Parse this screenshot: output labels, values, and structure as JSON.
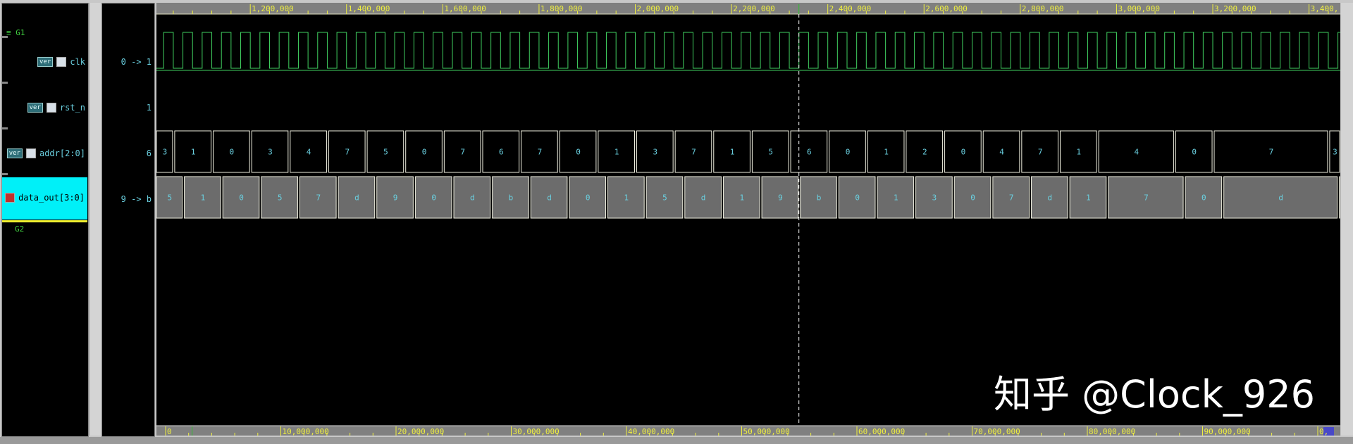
{
  "groups": {
    "g1": "G1",
    "g2": "G2"
  },
  "signals": [
    {
      "name": "clk",
      "badge": "ver",
      "value": "0 -> 1"
    },
    {
      "name": "rst_n",
      "badge": "ver",
      "value": "1"
    },
    {
      "name": "addr[2:0]",
      "badge": "ver",
      "value": "6"
    },
    {
      "name": "data_out[3:0]",
      "badge": "",
      "value": "9 -> b"
    }
  ],
  "colors": {
    "clock": "#40d060",
    "bus_line": "#f0f0e0",
    "bus_text": "#6ad0e0",
    "data_fill": "#6c6c6c",
    "ruler": "#808080",
    "ruler_text": "#f0f040",
    "selection": "#00f0f8"
  },
  "timeline": {
    "view_start": 1005000,
    "view_end": 3465000,
    "top_labels": [
      "1,200,000",
      "1,400,000",
      "1,600,000",
      "1,800,000",
      "2,000,000",
      "2,200,000",
      "2,400,000",
      "2,600,000",
      "2,800,000",
      "3,000,000",
      "3,200,000",
      "3,400,"
    ],
    "top_label_times": [
      1200000,
      1400000,
      1600000,
      1800000,
      2000000,
      2200000,
      2400000,
      2600000,
      2800000,
      3000000,
      3200000,
      3400000
    ],
    "bottom_labels": [
      "0",
      "10,000,000",
      "20,000,000",
      "30,000,000",
      "40,000,000",
      "50,000,000",
      "60,000,000",
      "70,000,000",
      "80,000,000",
      "90,000,000",
      "0,"
    ],
    "cursor_time": 2340000
  },
  "clk": {
    "period": 40000,
    "first_rise": 1020000
  },
  "addr": {
    "first_change": 1040000,
    "cycle": 80000,
    "segments": [
      [
        "3",
        0
      ],
      [
        "1",
        1
      ],
      [
        "0",
        1
      ],
      [
        "3",
        1
      ],
      [
        "4",
        1
      ],
      [
        "7",
        1
      ],
      [
        "5",
        1
      ],
      [
        "0",
        1
      ],
      [
        "7",
        1
      ],
      [
        "6",
        1
      ],
      [
        "7",
        1
      ],
      [
        "0",
        1
      ],
      [
        "1",
        1
      ],
      [
        "3",
        1
      ],
      [
        "7",
        1
      ],
      [
        "1",
        1
      ],
      [
        "5",
        1
      ],
      [
        "6",
        1
      ],
      [
        "0",
        1
      ],
      [
        "1",
        1
      ],
      [
        "2",
        1
      ],
      [
        "0",
        1
      ],
      [
        "4",
        1
      ],
      [
        "7",
        1
      ],
      [
        "1",
        1
      ],
      [
        "4",
        2
      ],
      [
        "0",
        1
      ],
      [
        "7",
        3
      ],
      [
        "3",
        1
      ]
    ]
  },
  "data_out": {
    "first_change": 1060000,
    "cycle": 80000,
    "segments": [
      [
        "5",
        0
      ],
      [
        "1",
        1
      ],
      [
        "0",
        1
      ],
      [
        "5",
        1
      ],
      [
        "7",
        1
      ],
      [
        "d",
        1
      ],
      [
        "9",
        1
      ],
      [
        "0",
        1
      ],
      [
        "d",
        1
      ],
      [
        "b",
        1
      ],
      [
        "d",
        1
      ],
      [
        "0",
        1
      ],
      [
        "1",
        1
      ],
      [
        "5",
        1
      ],
      [
        "d",
        1
      ],
      [
        "1",
        1
      ],
      [
        "9",
        1
      ],
      [
        "b",
        1
      ],
      [
        "0",
        1
      ],
      [
        "1",
        1
      ],
      [
        "3",
        1
      ],
      [
        "0",
        1
      ],
      [
        "7",
        1
      ],
      [
        "d",
        1
      ],
      [
        "1",
        1
      ],
      [
        "7",
        2
      ],
      [
        "0",
        1
      ],
      [
        "d",
        3
      ],
      [
        "",
        1
      ]
    ]
  },
  "watermark": "知乎 @Clock_926"
}
